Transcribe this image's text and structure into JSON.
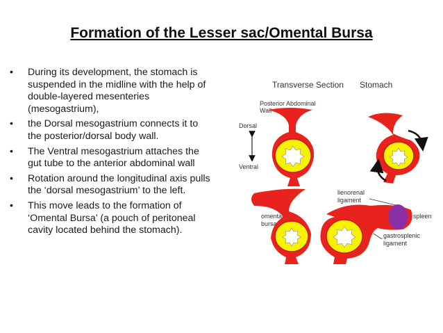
{
  "title": "Formation of the Lesser sac/Omental Bursa",
  "bullets": [
    "During its development, the stomach is\nsuspended in the midline with the help of\ndouble-layered mesenteries\n(mesogastrium),",
    "the Dorsal mesogastrium connects it to\nthe posterior/dorsal body wall.",
    "The Ventral mesogastrium attaches the\ngut tube to the anterior abdominal wall",
    "Rotation around the longitudinal axis pulls\nthe ‘dorsal mesogastrium’ to the left.",
    "This move leads to the formation of\n‘Omental Bursa’ (a pouch of peritoneal\ncavity located behind the stomach)."
  ],
  "bullet_symbol": "•",
  "figure": {
    "heading_section": "Transverse Section",
    "heading_stomach": "Stomach",
    "posterior_wall_line1": "Posterior Abdominal",
    "posterior_wall_line2": "Wall",
    "dorsal": "Dorsal",
    "ventral": "Ventral",
    "lienorenal_line1": "lienorenal",
    "lienorenal_line2": "ligament",
    "spleen": "spleen",
    "omental_line1": "omental",
    "omental_line2": "bursa",
    "gastrosplenic_line1": "gastrosplenic",
    "gastrosplenic_line2": "ligament"
  },
  "colors": {
    "mesentery": "#e8231e",
    "stomach_wall": "#f7f200",
    "lumen": "#ffffff",
    "spleen": "#8b2fa5",
    "arrow": "#111111"
  }
}
